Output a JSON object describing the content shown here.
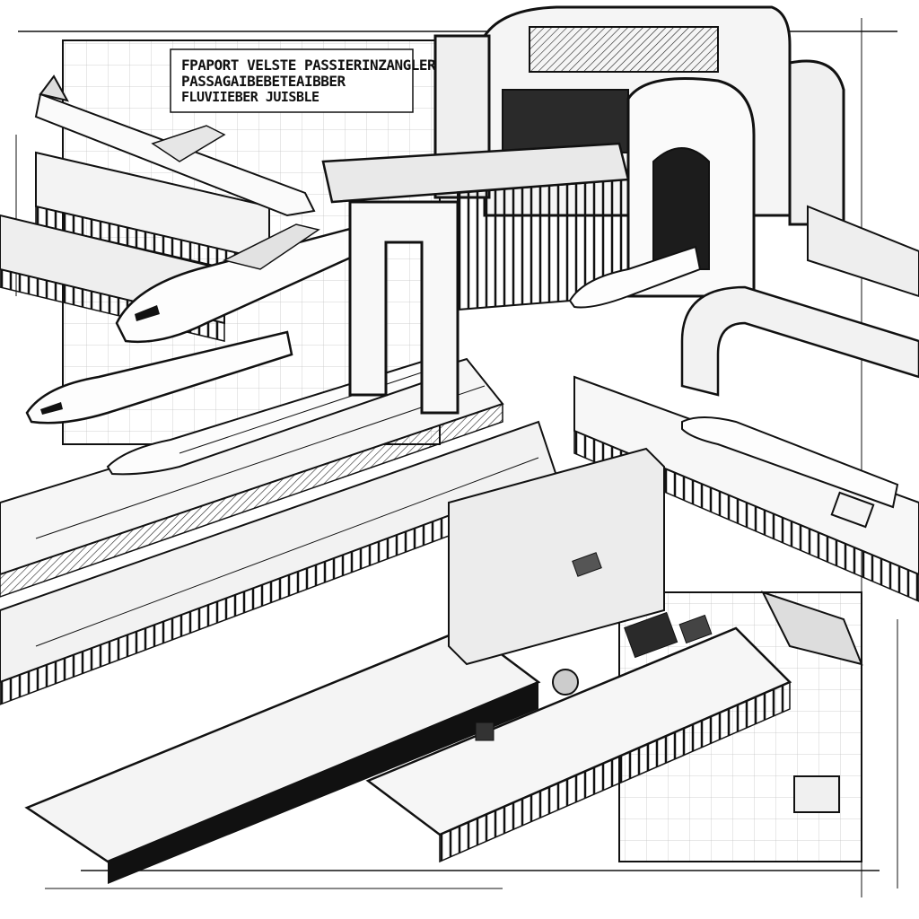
{
  "title_block": {
    "line1": "FPAPORT VELSTE PASSIERINZANGLER",
    "line2": "PASSAGAIBEBETEAIBBER",
    "line3": "FLUVIIEBER JUISBLE"
  },
  "colors": {
    "ink": "#111111",
    "paper": "#ffffff",
    "grid": "#b9b9b9",
    "shade": "#5a5a5a"
  }
}
